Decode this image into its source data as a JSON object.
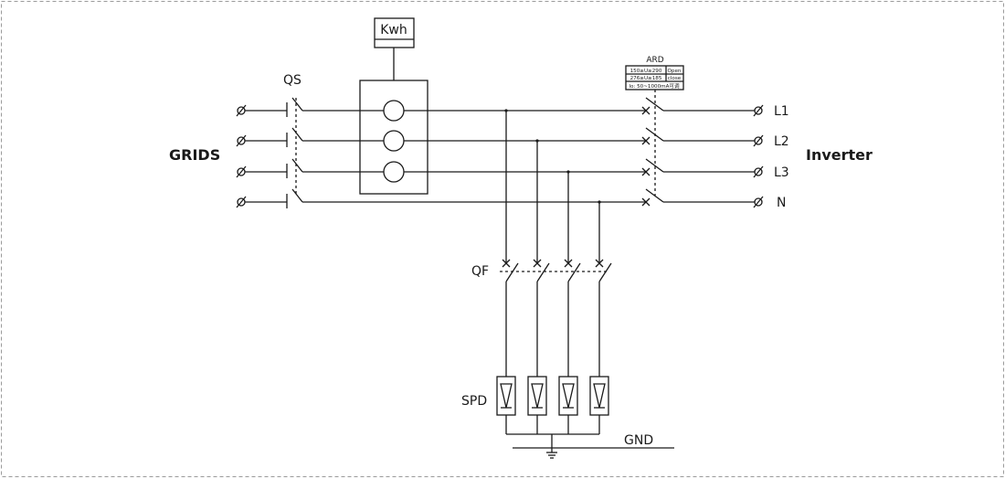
{
  "labels": {
    "grids": "GRIDS",
    "inverter": "Inverter",
    "qs": "QS",
    "qf": "QF",
    "spd": "SPD",
    "gnd": "GND",
    "kwh": "Kwh",
    "ard": "ARD"
  },
  "ard_table": {
    "row1": "150≥U≥290",
    "row1_state": "Open",
    "row2": "276≥U≥185",
    "row2_state": "close",
    "row3": "Io: 50~1000mA可调"
  },
  "phases": [
    "L1",
    "L2",
    "L3",
    "N"
  ]
}
